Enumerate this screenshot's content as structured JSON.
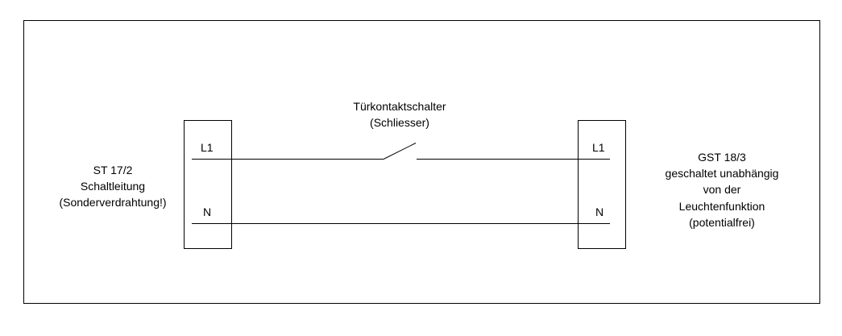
{
  "switch": {
    "line1": "Türkontaktschalter",
    "line2": "(Schliesser)"
  },
  "left_block": {
    "terminal_top": "L1",
    "terminal_bottom": "N",
    "line1": "ST 17/2",
    "line2": "Schaltleitung",
    "line3": "(Sonderverdrahtung!)"
  },
  "right_block": {
    "terminal_top": "L1",
    "terminal_bottom": "N",
    "line1": "GST 18/3",
    "line2": "geschaltet unabhängig",
    "line3": "von der",
    "line4": "Leuchtenfunktion",
    "line5": "(potentialfrei)"
  }
}
